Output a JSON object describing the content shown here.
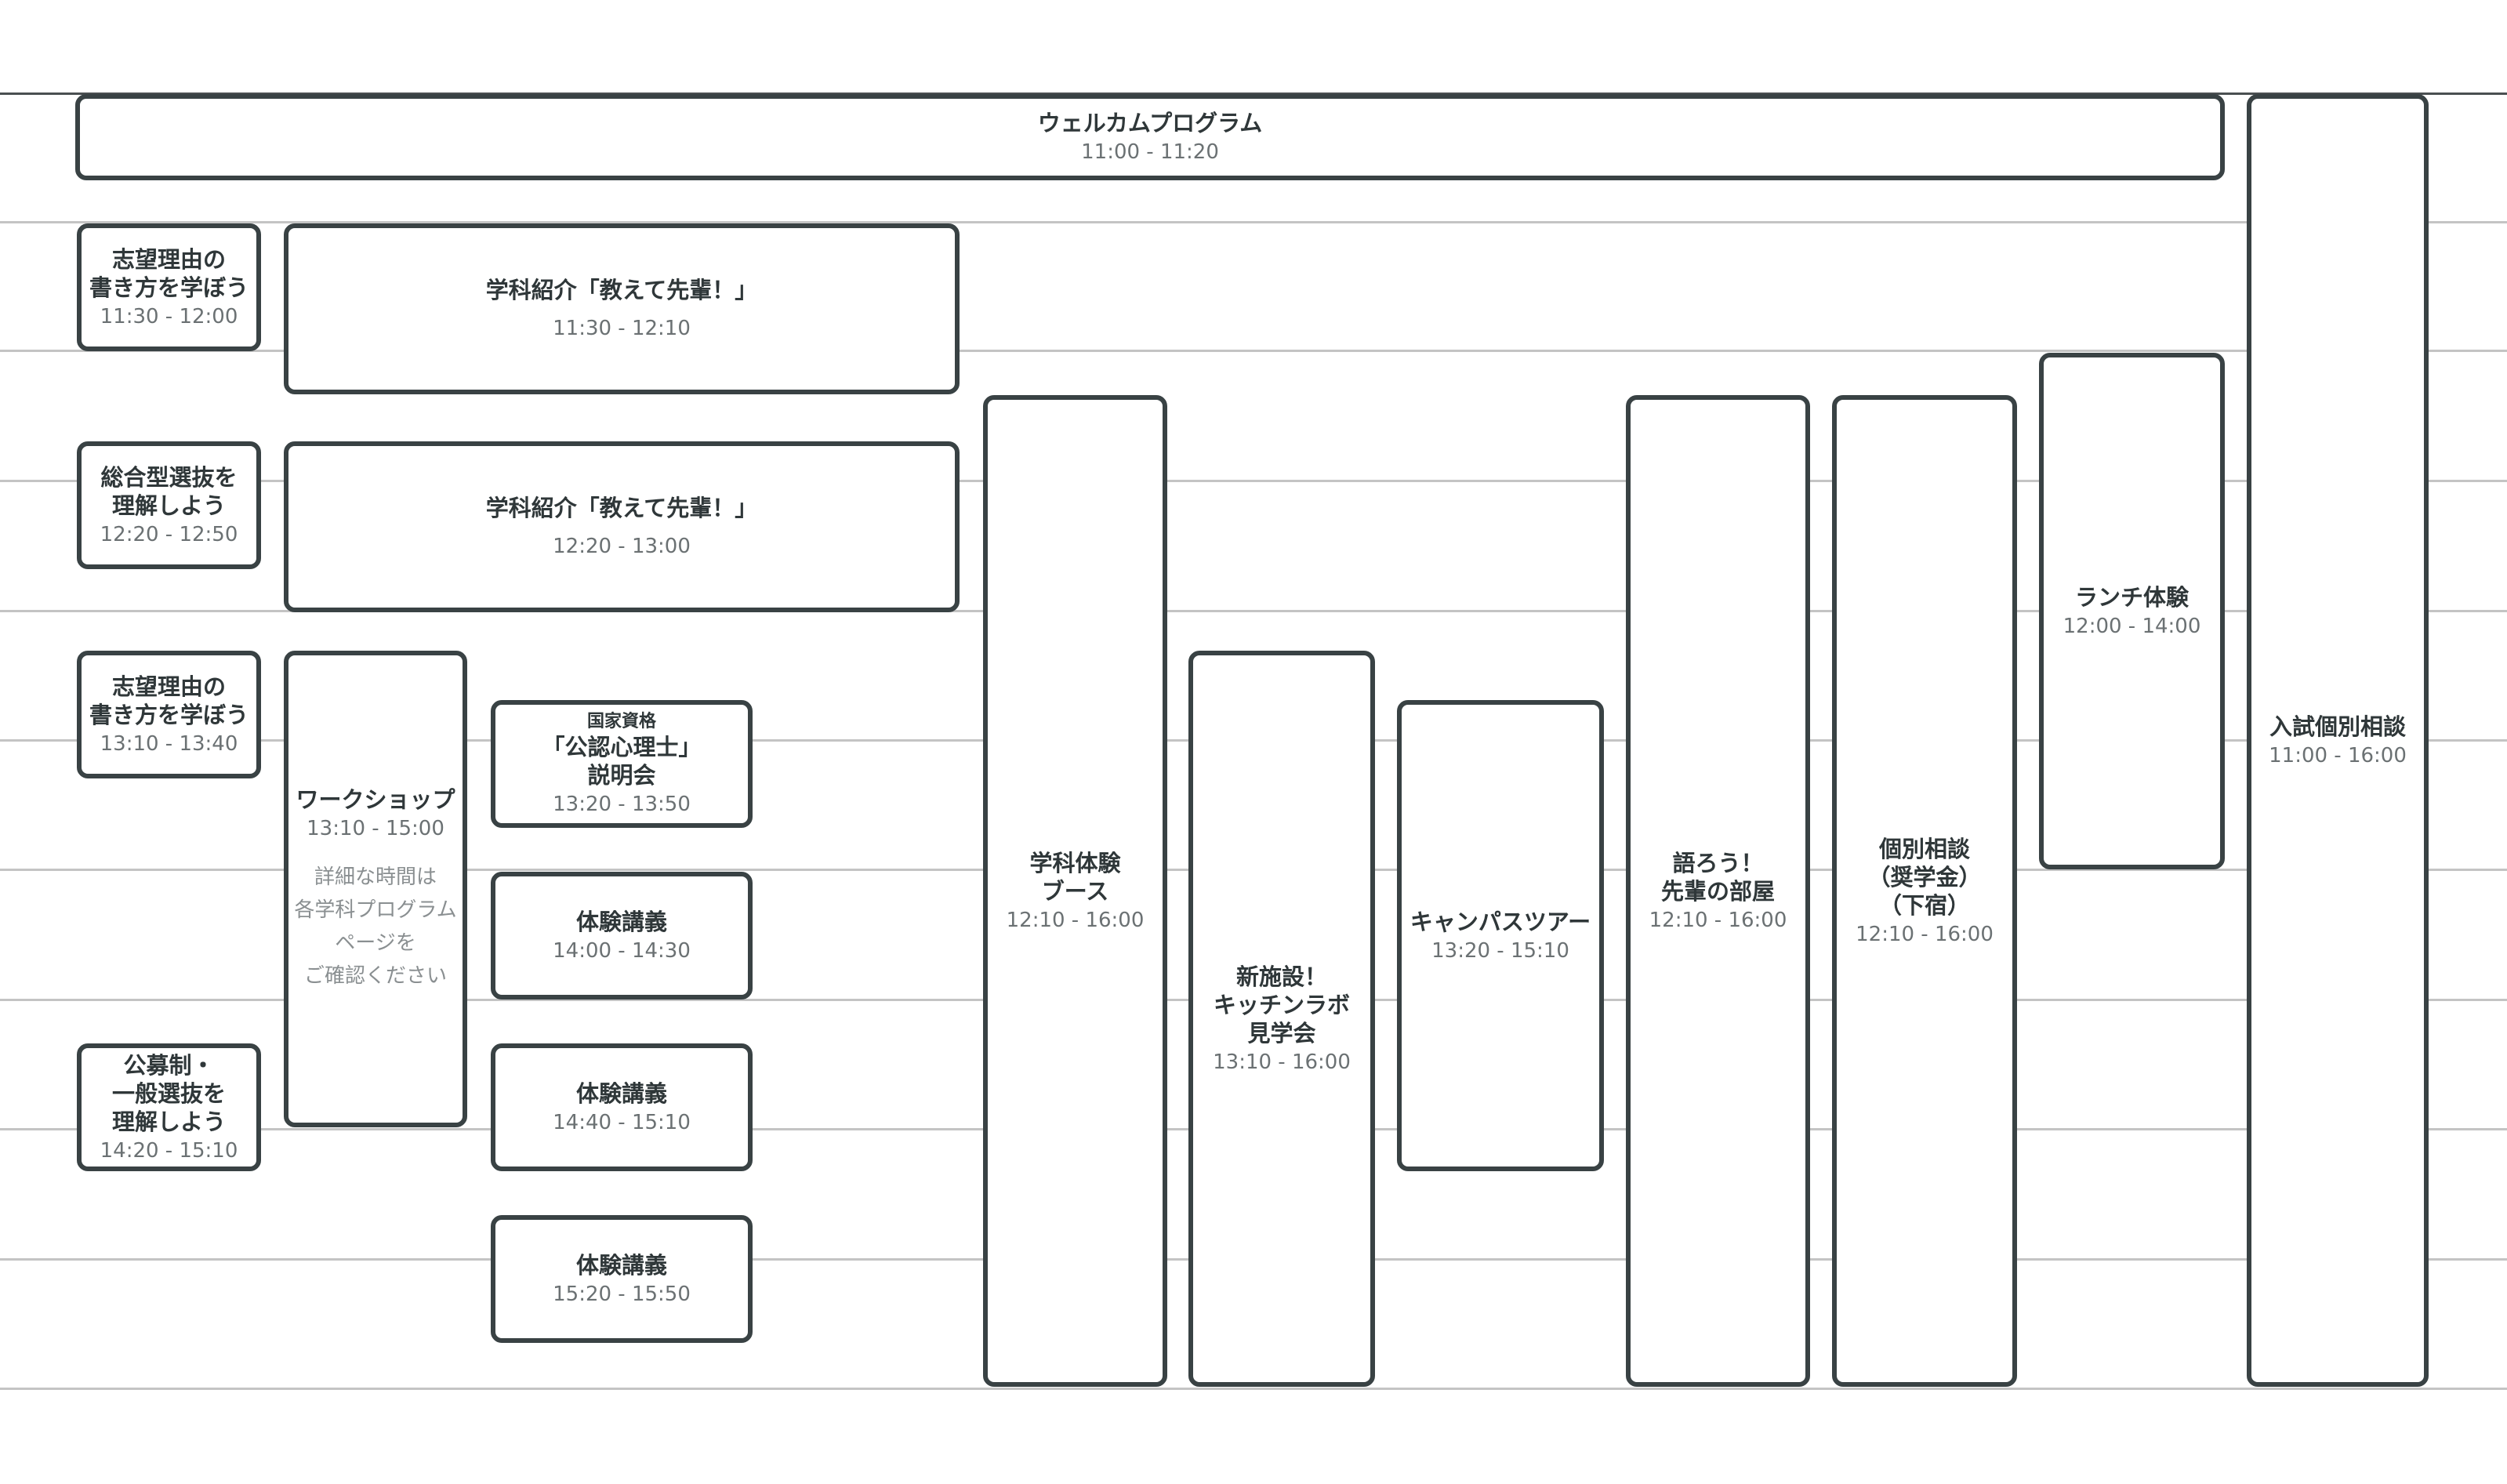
{
  "schedule": {
    "welcome": {
      "title": "ウェルカムプログラム",
      "time": "11:00 - 11:20"
    },
    "shibou1": {
      "title": "志望理由の\n書き方を学ぼう",
      "time": "11:30 - 12:00"
    },
    "gakka1": {
      "title": "学科紹介「教えて先輩！」",
      "time": "11:30 - 12:10"
    },
    "sougou": {
      "title": "総合型選抜を\n理解しよう",
      "time": "12:20 - 12:50"
    },
    "gakka2": {
      "title": "学科紹介「教えて先輩！」",
      "time": "12:20 - 13:00"
    },
    "shibou2": {
      "title": "志望理由の\n書き方を学ぼう",
      "time": "13:10 - 13:40"
    },
    "workshop": {
      "title": "ワークショップ",
      "time": "13:10 - 15:00",
      "note": "詳細な時間は\n各学科プログラム\nページを\nご確認ください"
    },
    "kouninshinri": {
      "pre": "国家資格",
      "title": "「公認心理士」\n説明会",
      "time": "13:20 - 13:50"
    },
    "taiken1": {
      "title": "体験講義",
      "time": "14:00 - 14:30"
    },
    "taiken2": {
      "title": "体験講義",
      "time": "14:40 - 15:10"
    },
    "taiken3": {
      "title": "体験講義",
      "time": "15:20 - 15:50"
    },
    "koubosei": {
      "title": "公募制・\n一般選抜を\n理解しよう",
      "time": "14:20 - 15:10"
    },
    "gakkataiken": {
      "title": "学科体験\nブース",
      "time": "12:10 - 16:00"
    },
    "kitchen": {
      "title": "新施設！\nキッチンラボ\n見学会",
      "time": "13:10 - 16:00"
    },
    "campus": {
      "title": "キャンパスツアー",
      "time": "13:20 - 15:10"
    },
    "kataro": {
      "title": "語ろう！\n先輩の部屋",
      "time": "12:10 - 16:00"
    },
    "kobetsu": {
      "title": "個別相談\n（奨学金）\n（下宿）",
      "time": "12:10 - 16:00"
    },
    "lunch": {
      "title": "ランチ体験",
      "time": "12:00 - 14:00"
    },
    "nyushi": {
      "title": "入試個別相談",
      "time": "11:00 - 16:00"
    }
  },
  "colors": {
    "border": "#394244",
    "gridline": "#c4c4c4",
    "time_text": "#6b7173",
    "note_text": "#8a8f91"
  }
}
